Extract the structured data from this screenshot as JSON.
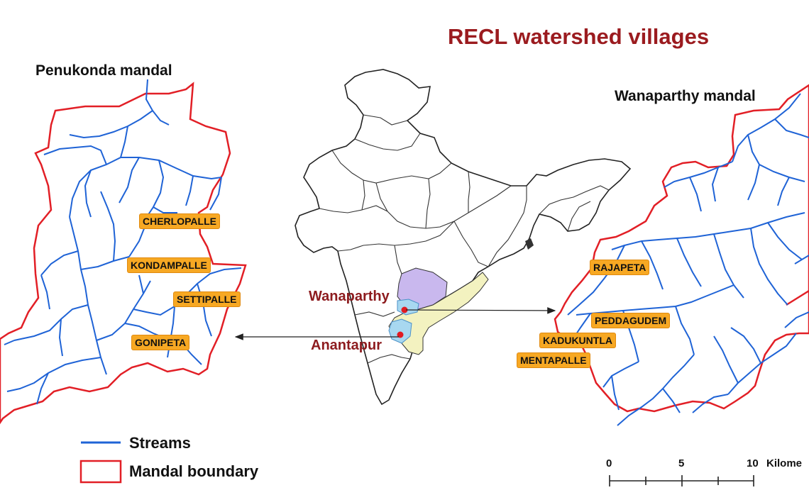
{
  "title": "RECL watershed villages",
  "left_map": {
    "mandal_name": "Penukonda mandal",
    "villages": [
      "CHERLOPALLE",
      "KONDAMPALLE",
      "SETTIPALLE",
      "GONIPETA"
    ]
  },
  "right_map": {
    "mandal_name": "Wanaparthy mandal",
    "villages": [
      "RAJAPETA",
      "PEDDAGUDEM",
      "KADUKUNTLA",
      "MENTAPALLE"
    ]
  },
  "india_map": {
    "labels": [
      "Wanaparthy",
      "Anantapur"
    ],
    "colors": {
      "telangana": "#c9b8ee",
      "andhra": "#f3f2c0",
      "district_highlight": "#a8d8f0",
      "point": "#e11b22"
    }
  },
  "legend": {
    "streams_label": "Streams",
    "boundary_label": "Mandal boundary",
    "stream_color": "#1f63d6",
    "boundary_color": "#e21f26"
  },
  "scale_bar": {
    "ticks": [
      "0",
      "5",
      "10"
    ],
    "unit": "Kilome"
  }
}
